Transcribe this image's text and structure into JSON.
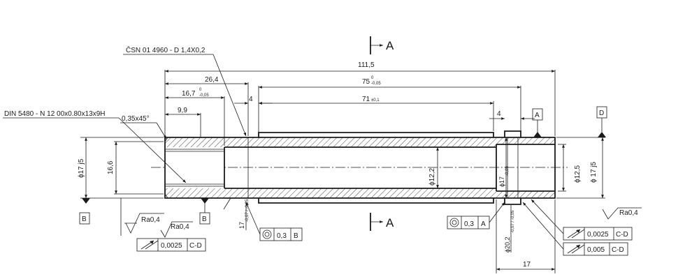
{
  "section_labels": {
    "top": "A",
    "bottom": "A"
  },
  "datums": {
    "B": "B",
    "A": "A",
    "D": "D"
  },
  "callouts": {
    "csn": "ČSN 01 4960 - D 1,4X0,2",
    "din": "DIN 5480 - N 12 00x0.80x13x9H",
    "chamfer": "0,35x45°"
  },
  "dimensions": {
    "overall": "111,5",
    "d26_4": "26,4",
    "d75_main": "75",
    "d75_tol_up": "0",
    "d75_tol_low": "-0,05",
    "d16_7_main": "16,7",
    "d16_7_tol_up": "0",
    "d16_7_tol_low": "-0,05",
    "d4_left": "4",
    "d71_main": "71",
    "d71_tol": "±0,1",
    "d9_9": "9,9",
    "d4_right": "4",
    "dia17_left": "ϕ17 j5",
    "d16_6": "16,6",
    "dia12_2": "ϕ12,2",
    "dia17_mid": "ϕ17",
    "dia17_mid_tol": "-0,05",
    "dia12_5": "ϕ12,5",
    "dia17_right": "ϕ 17 j5",
    "d17_bottom": "17",
    "d17_left_small": "17",
    "d17_left_tol": "-0,07 / -0,25",
    "dia20_2": "ϕ20,2",
    "dia20_2_tol": "-0,07 / -0,05"
  },
  "roughness": {
    "r1": "Ra0,4",
    "r2": "Ra0,4",
    "r3": "Ra0,4"
  },
  "tolerance_frames": {
    "runout_left": {
      "symbol": "runout-arrow-icon",
      "value": "0,0025",
      "datum": "C-D"
    },
    "conc_b": {
      "symbol": "concentricity-icon",
      "value": "0,3",
      "datum": "B"
    },
    "conc_a": {
      "symbol": "concentricity-icon",
      "value": "0,3",
      "datum": "A"
    },
    "runout_right_1": {
      "symbol": "runout-arrow-icon",
      "value": "0,0025",
      "datum": "C-D"
    },
    "runout_right_2": {
      "symbol": "runout-arrow-icon",
      "value": "0,005",
      "datum": "C-D"
    }
  }
}
